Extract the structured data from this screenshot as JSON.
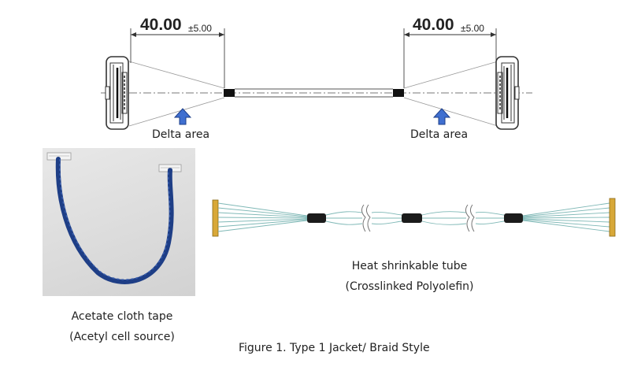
{
  "dimensions": {
    "left": {
      "value": "40.00",
      "tolerance": "±5.00"
    },
    "right": {
      "value": "40.00",
      "tolerance": "±5.00"
    }
  },
  "labels": {
    "delta_area_left": "Delta area",
    "delta_area_right": "Delta area",
    "heat_shrink_line1": "Heat shrinkable tube",
    "heat_shrink_line2": "(Crosslinked Polyolefin)",
    "acetate_line1": "Acetate cloth tape",
    "acetate_line2": "(Acetyl cell source)",
    "figure_caption": "Figure 1. Type 1 Jacket/ Braid Style"
  },
  "icons": {
    "delta_arrow": "arrow-up-icon"
  },
  "colors": {
    "arrow_fill": "#3f6fd0",
    "arrow_stroke": "#1e3f8a",
    "wire_blue": "#1e3e86",
    "wire_teal": "#7fb8b6",
    "connector_gold": "#d8a838",
    "shrink_tube": "#1b1b1b"
  }
}
